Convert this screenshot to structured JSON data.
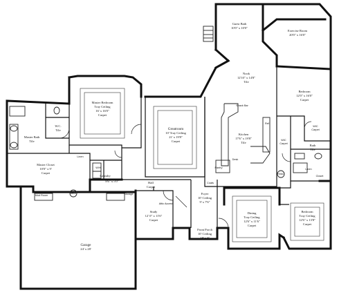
{
  "rooms": {
    "guest_bath": {
      "name": "Guest Bath",
      "dims": "10'0\" x 10'0\""
    },
    "exercise_room": {
      "name": "Exercise Room",
      "dims": "20'0\" x 16'0\""
    },
    "nook": {
      "name": "Nook",
      "dims": "12'10\" x 14'8\"",
      "floor": "Tile"
    },
    "bedroom_2": {
      "name": "Bedroom",
      "dims": "12'0\" x 16'0\"",
      "floor": "Carpet"
    },
    "master_bedroom": {
      "name": "Master Bedroom",
      "ceiling": "Tray Ceiling",
      "dims": "16' x 16'0\"",
      "floor": "Carpet"
    },
    "master_bath": {
      "name": "Master Bath",
      "floor": "Tile"
    },
    "wc": {
      "name": "W.C.",
      "floor": "Tile"
    },
    "master_closet": {
      "name": "Master Closet",
      "dims": "10'0\" x 9'",
      "floor": "Carpet"
    },
    "greatroom": {
      "name": "Greatroom",
      "ceiling": "10' Tray Ceiling",
      "dims": "21' x 19'8\"",
      "floor": "Carpet"
    },
    "kitchen": {
      "name": "Kitchen",
      "dims": "17'6\" x 19'8\"",
      "floor": "Tile"
    },
    "hall": {
      "name": "Hall",
      "floor": "Carpet"
    },
    "laundry": {
      "name": "Laundry",
      "dims": "8'6\" x 5'0\"",
      "floor": "Tile"
    },
    "study": {
      "name": "Study",
      "dims": "12' 0\" x 11'6\"",
      "floor": "Carpet"
    },
    "foyer": {
      "name": "Foyer",
      "ceiling": "10' Ceiling",
      "dims": "9' x 7'6\""
    },
    "front_porch": {
      "name": "Front Porch",
      "ceiling": "10' Ceiling",
      "dims": "18' x 8'"
    },
    "dining": {
      "name": "Dining",
      "ceiling": "Tray Ceiling",
      "dims": "12'6\" x 11'6\"",
      "floor": "Carpet"
    },
    "bedroom_3": {
      "name": "Bedroom",
      "ceiling": "Tray Ceiling",
      "dims": "12'6\" x 13'8\"",
      "floor": "Carpet"
    },
    "garage": {
      "name": "Garage",
      "dims": "24' x 28'"
    },
    "bath": {
      "name": "Bath",
      "floor": "Tile"
    },
    "wic": {
      "name": "WIC",
      "floor": "Carpet"
    },
    "wic_2": {
      "name": "WIC",
      "floor": "Carpet"
    },
    "linen": {
      "name": "Linen"
    },
    "pantry": {
      "name": "Pantry"
    },
    "desk": {
      "name": "Desk"
    },
    "snack_bar": {
      "name": "Snack Bar"
    },
    "closet": {
      "name": "Closet"
    },
    "coats": {
      "name": "Coats"
    },
    "mech": {
      "name": "Mech."
    },
    "hvac": {
      "name": "HVAC"
    },
    "storage": {
      "name": "Storage"
    },
    "mudroom": {
      "name": "Mud Room"
    },
    "ref": {
      "name": "Ref"
    },
    "linen_2": {
      "name": "Linen"
    },
    "attic": {
      "name": "Attic Access"
    },
    "wh": {
      "name": "W/H"
    }
  }
}
